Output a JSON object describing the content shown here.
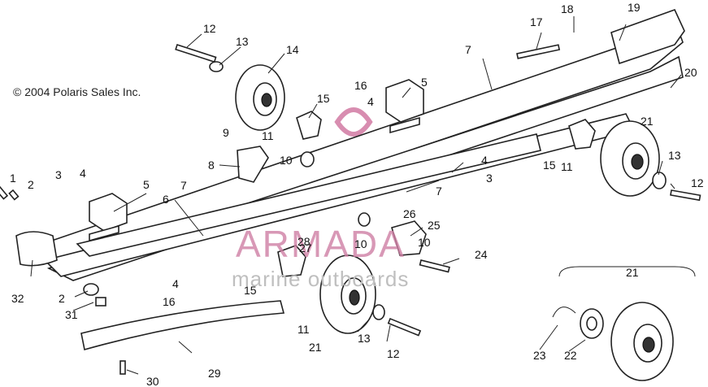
{
  "copyright": "© 2004 Polaris Sales Inc.",
  "watermark": {
    "brand": "ARMADA",
    "tagline": "marine outboards",
    "color": "#cf7fa4"
  },
  "callouts": [
    "1",
    "2",
    "3",
    "4",
    "5",
    "6",
    "7",
    "8",
    "9",
    "10",
    "10",
    "10",
    "11",
    "11",
    "11",
    "12",
    "12",
    "12",
    "13",
    "13",
    "13",
    "14",
    "15",
    "15",
    "15",
    "16",
    "16",
    "17",
    "18",
    "19",
    "20",
    "21",
    "21",
    "21",
    "22",
    "23",
    "24",
    "25",
    "26",
    "27",
    "28",
    "29",
    "30",
    "31",
    "32",
    "2",
    "3",
    "4",
    "4",
    "5",
    "7",
    "7",
    "4"
  ]
}
